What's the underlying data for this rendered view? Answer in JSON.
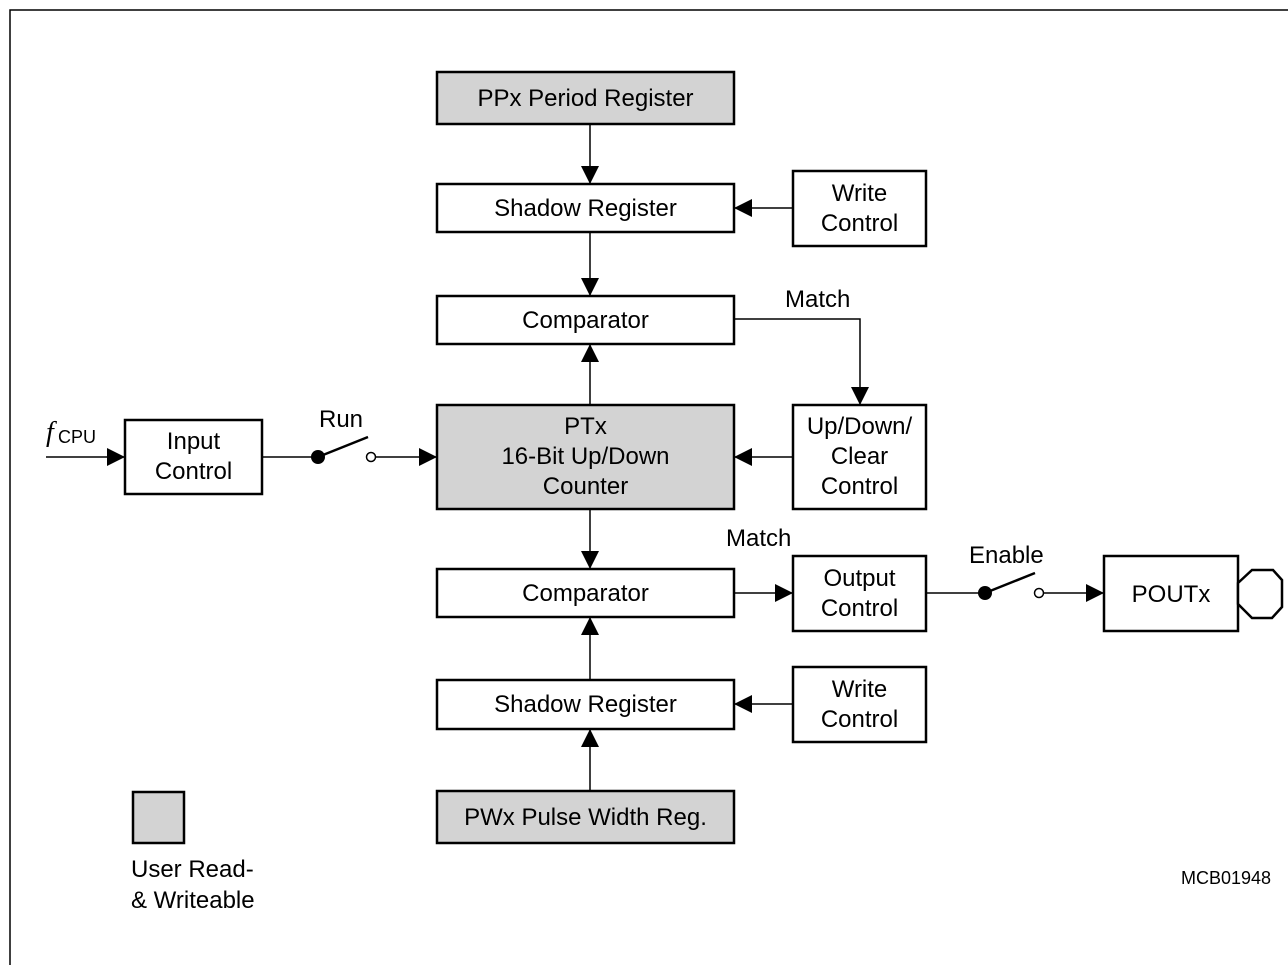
{
  "blocks": {
    "ppx_period": "PPx Period Register",
    "shadow_top": "Shadow Register",
    "write_ctrl_top": [
      "Write",
      "Control"
    ],
    "comparator_top": "Comparator",
    "ptx_counter": [
      "PTx",
      "16-Bit Up/Down",
      "Counter"
    ],
    "updown_ctrl": [
      "Up/Down/",
      "Clear",
      "Control"
    ],
    "input_ctrl": [
      "Input",
      "Control"
    ],
    "comparator_bottom": "Comparator",
    "output_ctrl": [
      "Output",
      "Control"
    ],
    "pout": "POUTx",
    "shadow_bottom": "Shadow Register",
    "write_ctrl_bottom": [
      "Write",
      "Control"
    ],
    "pwx_reg": "PWx Pulse Width Reg."
  },
  "labels": {
    "match_top": "Match",
    "match_bottom": "Match",
    "run": "Run",
    "enable": "Enable",
    "fcpu_f": "f",
    "fcpu_sub": "CPU",
    "legend": [
      "User Read-",
      "& Writeable"
    ],
    "figure_id": "MCB01948"
  },
  "colors": {
    "shaded": "#d3d3d3",
    "line": "#000000",
    "background": "#ffffff"
  }
}
